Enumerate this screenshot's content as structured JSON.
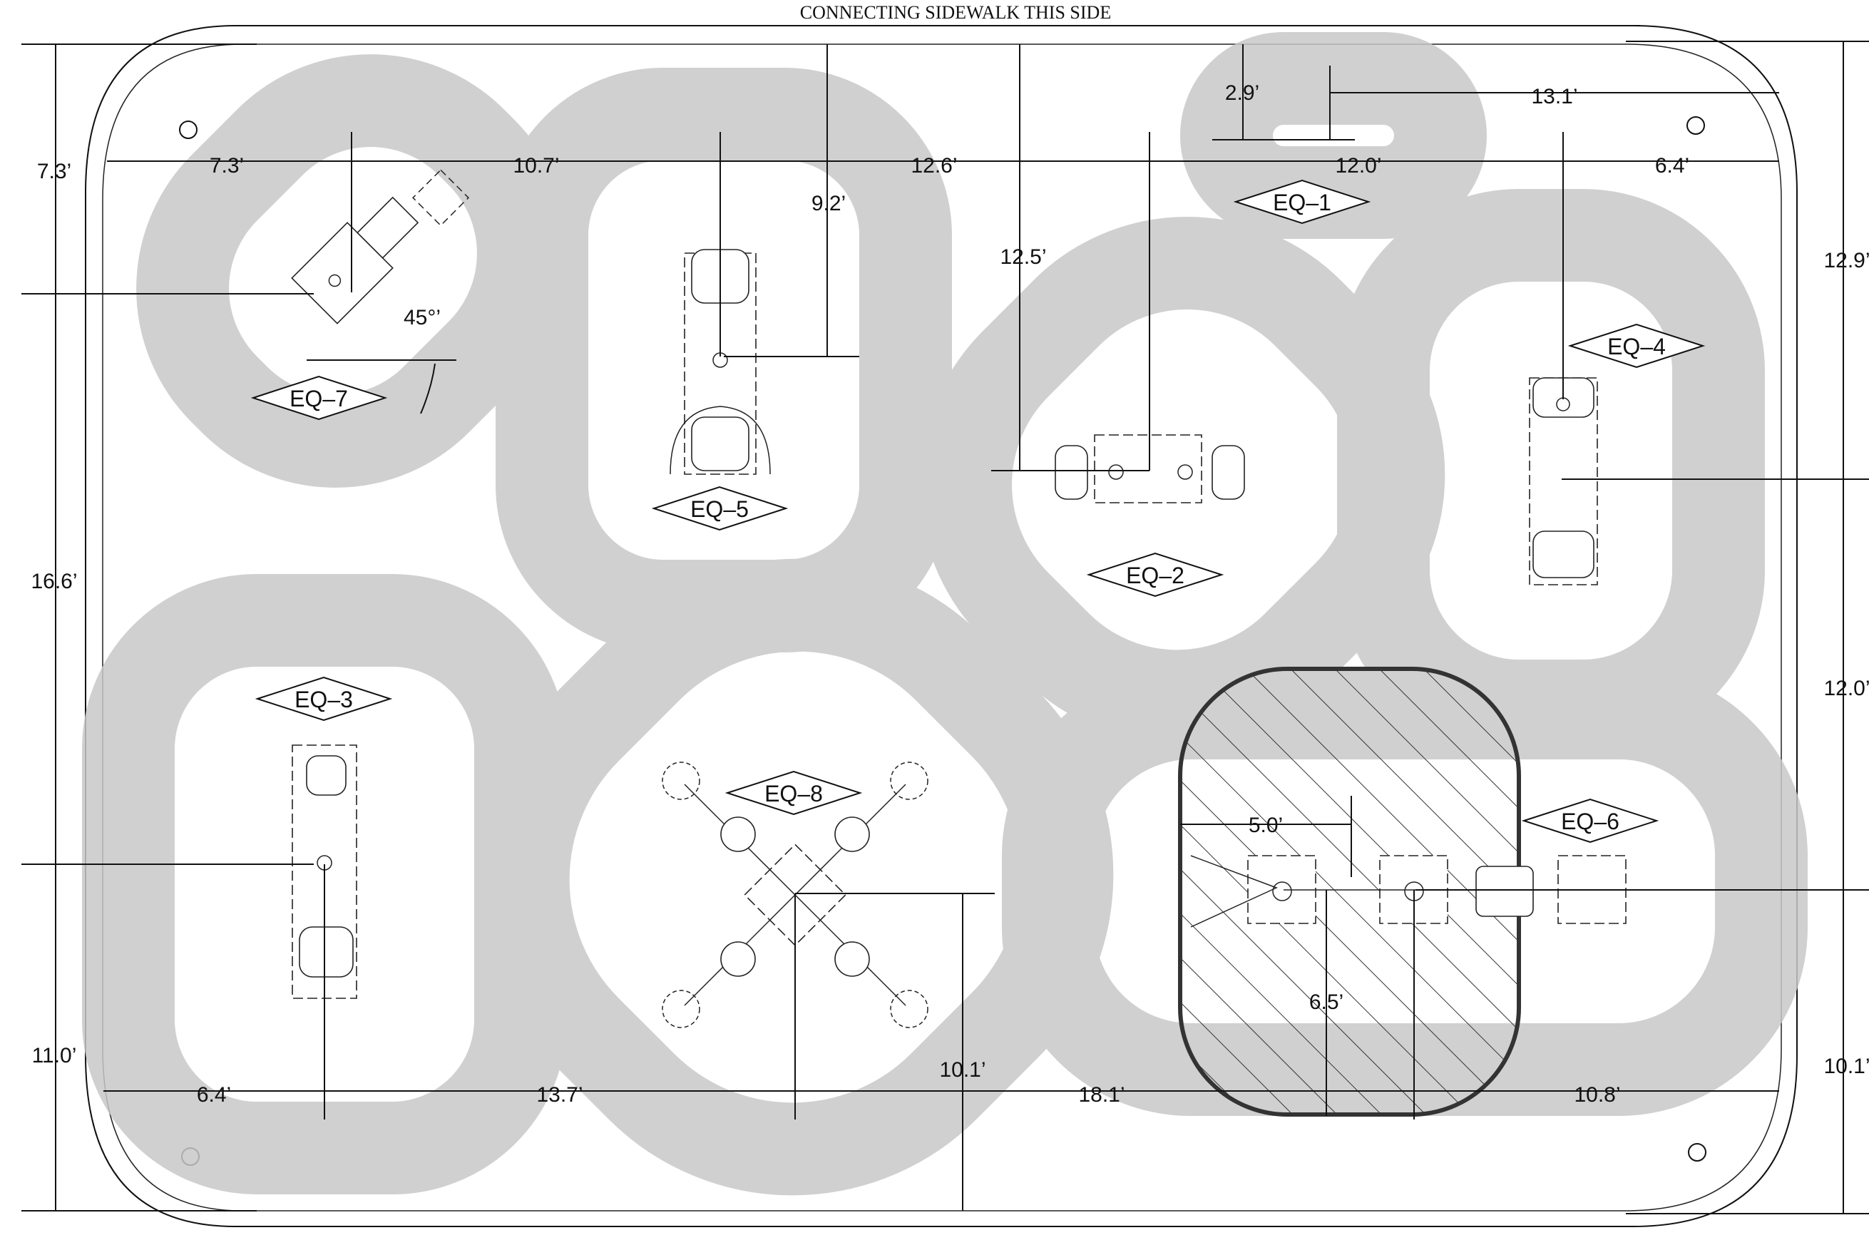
{
  "header": {
    "note": "CONNECTING SIDEWALK THIS SIDE"
  },
  "colors": {
    "zone": "#c8c8c8",
    "line": "#111111",
    "background": "#ffffff"
  },
  "equipment": [
    {
      "id": "eq1",
      "label": "EQ–1"
    },
    {
      "id": "eq2",
      "label": "EQ–2"
    },
    {
      "id": "eq3",
      "label": "EQ–3"
    },
    {
      "id": "eq4",
      "label": "EQ–4"
    },
    {
      "id": "eq5",
      "label": "EQ–5"
    },
    {
      "id": "eq6",
      "label": "EQ–6"
    },
    {
      "id": "eq7",
      "label": "EQ–7"
    },
    {
      "id": "eq8",
      "label": "EQ–8"
    }
  ],
  "dimensions": {
    "top_row": [
      "7.3’",
      "10.7’",
      "12.6’",
      "12.0’",
      "6.4’"
    ],
    "top_right": "13.1’",
    "eq1_offset": "2.9’",
    "eq5_offset": "9.2’",
    "eq2_offset": "12.5’",
    "eq7_angle": "45°’",
    "left_column": [
      "7.3’",
      "16.6’",
      "11.0’"
    ],
    "right_column": [
      "12.9’",
      "12.0’",
      "10.1’"
    ],
    "bottom_row": [
      "6.4’",
      "13.7’",
      "18.1’",
      "10.8’"
    ],
    "eq8_offset": "10.1’",
    "eq6_width": "5.0’",
    "eq6_offset": "6.5’"
  }
}
